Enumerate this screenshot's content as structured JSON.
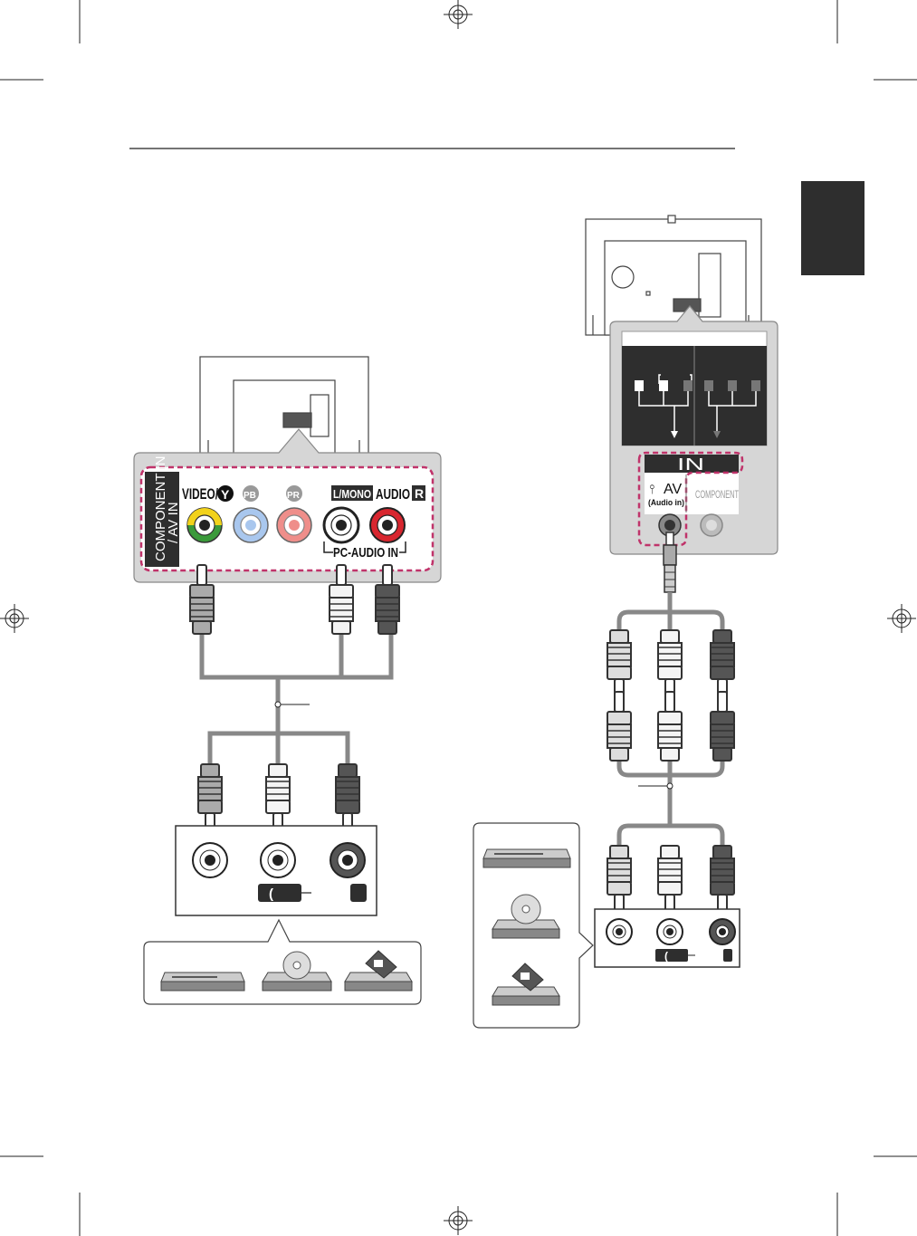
{
  "left_panel": {
    "side_label_line1": "COMPONENT IN",
    "side_label_line2": "/ AV IN",
    "video_label": "VIDEO/",
    "y_badge": "Y",
    "pb_badge": "PB",
    "pr_badge": "PR",
    "lmono_label": "L/MONO",
    "audio_label": "AUDIO",
    "r_badge": "R",
    "pc_audio_label": "PC-AUDIO IN"
  },
  "right_panel": {
    "in_label": "IN",
    "av_label": "AV",
    "audio_in_label": "(Audio in)",
    "component_label": "COMPONENT"
  },
  "device_bracket": "(",
  "colors": {
    "yellow": "#f2d21b",
    "green": "#3a9a3a",
    "blue": "#a9c7ee",
    "pink": "#ef8e8a",
    "red": "#d8262f",
    "panel_gray": "#d6d6d6",
    "magenta_dash": "#c0336a",
    "tab_dark": "#2e2e2e"
  },
  "icons": [
    "dvd-player-icon",
    "disc-player-icon",
    "vcr-icon",
    "rca-plug-icon",
    "mini-jack-icon"
  ]
}
